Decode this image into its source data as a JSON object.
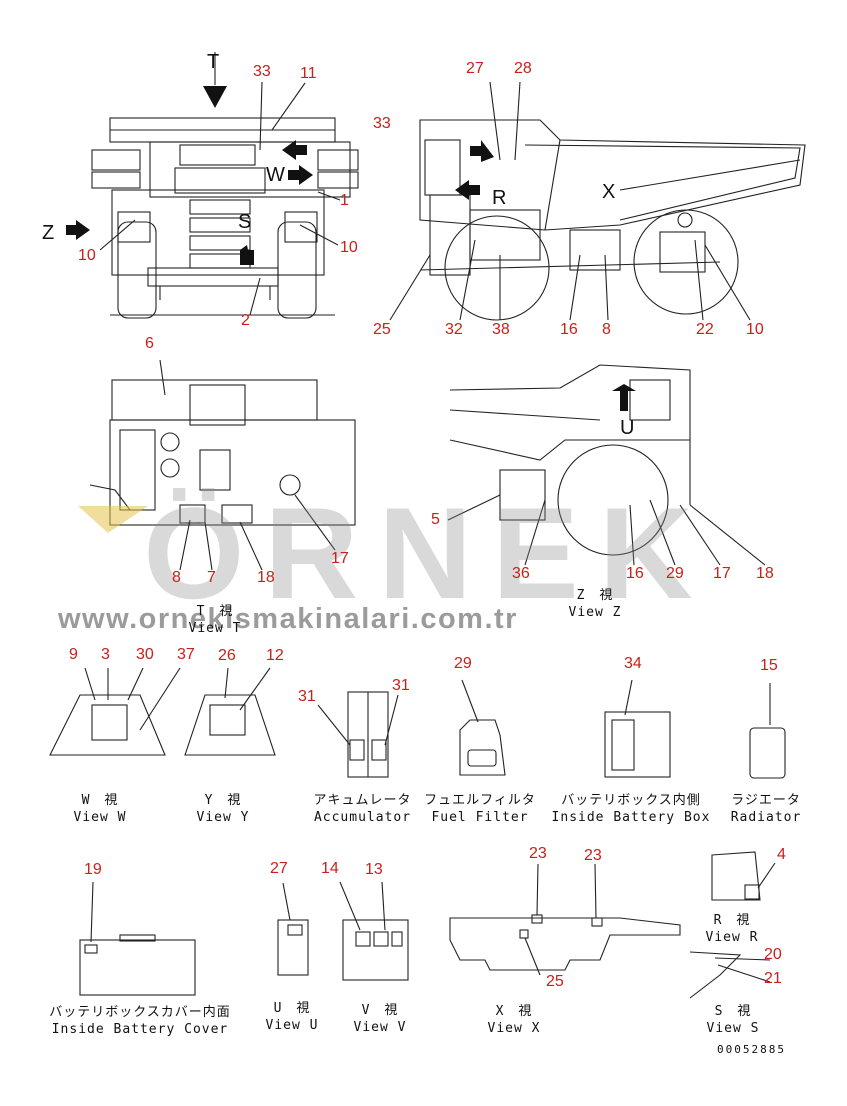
{
  "callouts": [
    "33",
    "11",
    "1",
    "10",
    "10",
    "2",
    "27",
    "28",
    "33",
    "25",
    "32",
    "38",
    "16",
    "8",
    "22",
    "10",
    "6",
    "8",
    "7",
    "18",
    "17",
    "5",
    "36",
    "16",
    "29",
    "17",
    "18",
    "9",
    "3",
    "30",
    "37",
    "26",
    "12",
    "31",
    "31",
    "29",
    "34",
    "15",
    "19",
    "27",
    "14",
    "13",
    "23",
    "23",
    "25",
    "4",
    "20",
    "21"
  ],
  "view_letters": {
    "t": "T",
    "z": "Z",
    "w": "W",
    "s": "S",
    "r": "R",
    "x": "X",
    "u": "U"
  },
  "captions": [
    {
      "jp": "T　視",
      "en": "View T"
    },
    {
      "jp": "Z　視",
      "en": "View Z"
    },
    {
      "jp": "W　視",
      "en": "View W"
    },
    {
      "jp": "Y　視",
      "en": "View Y"
    },
    {
      "jp": "アキュムレータ",
      "en": "Accumulator"
    },
    {
      "jp": "フュエルフィルタ",
      "en": "Fuel Filter"
    },
    {
      "jp": "バッテリボックス内側",
      "en": "Inside Battery Box"
    },
    {
      "jp": "ラジエータ",
      "en": "Radiator"
    },
    {
      "jp": "バッテリボックスカバー内面",
      "en": "Inside Battery Cover"
    },
    {
      "jp": "U　視",
      "en": "View U"
    },
    {
      "jp": "V　視",
      "en": "View V"
    },
    {
      "jp": "X　視",
      "en": "View X"
    },
    {
      "jp": "R　視",
      "en": "View R"
    },
    {
      "jp": "S　視",
      "en": "View S"
    }
  ],
  "watermark": {
    "brand": "ÖRNEK",
    "url": "www.ornekismakinalari.com.tr",
    "color": "#8c8c8c",
    "accent": "#e6c34a"
  },
  "drawing_number": "00052885",
  "colors": {
    "callout": "#c8201a",
    "line": "#222222"
  }
}
